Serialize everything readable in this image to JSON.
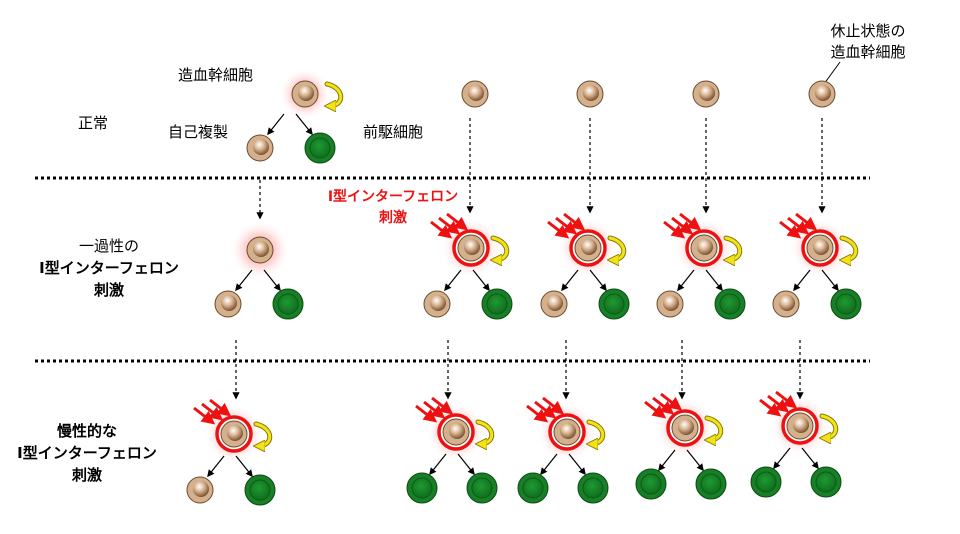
{
  "rows": {
    "normal": "正常",
    "transient": [
      "一過性の",
      "I型インターフェロン",
      "刺激"
    ],
    "chronic": [
      "慢性的な",
      "I型インターフェロン",
      "刺激"
    ]
  },
  "labels": {
    "hsc": "造血幹細胞",
    "self_renewal": "自己複製",
    "progenitor": "前駆細胞",
    "quiescent_hsc": [
      "休止状態の",
      "造血幹細胞"
    ],
    "ifn_stimulus": [
      "I型インターフェロン",
      "刺激"
    ]
  },
  "colors": {
    "hsc_fill": "#c9a07a",
    "progenitor_fill": "#1a8a2a",
    "stimulated_ring": "#ee1111",
    "arrow_red": "#ee1111",
    "self_renew_arrow": "#f2e21a",
    "divider": "#000000"
  }
}
